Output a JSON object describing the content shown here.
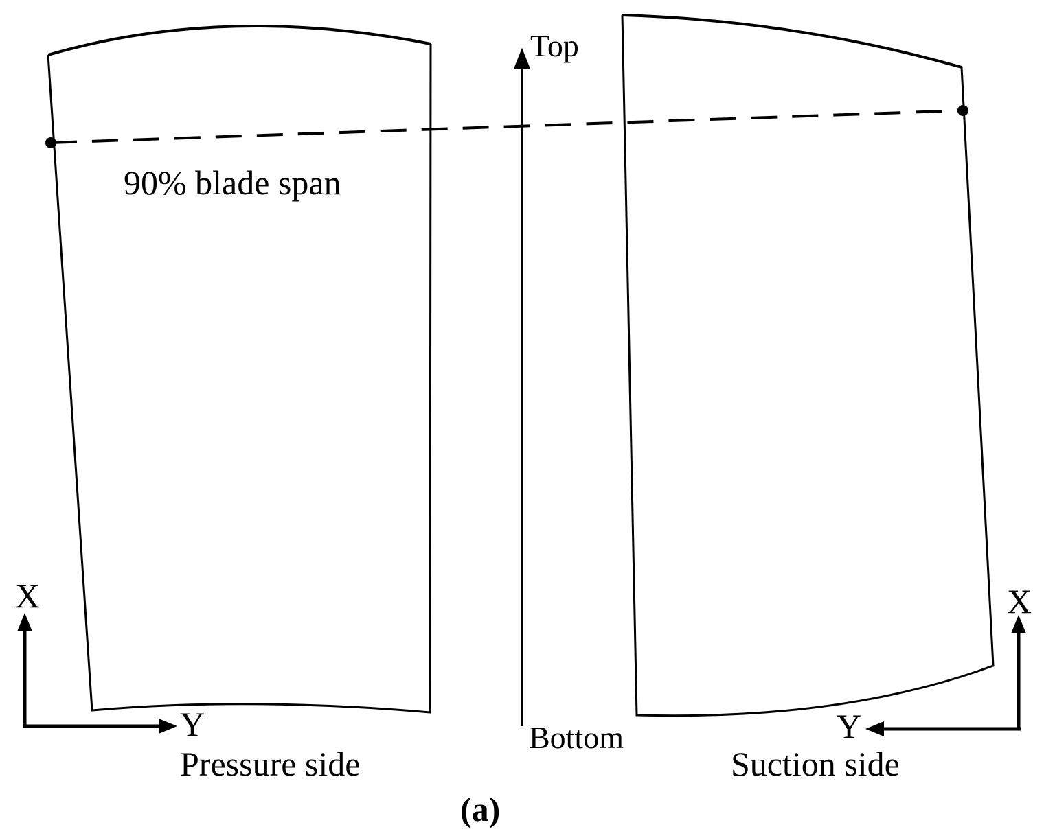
{
  "labels": {
    "top": "Top",
    "bottom": "Bottom",
    "span": "90% blade span",
    "pressure_side": "Pressure side",
    "suction_side": "Suction side",
    "x_axis_left": "X",
    "y_axis_left": "Y",
    "x_axis_right": "X",
    "y_axis_right": "Y",
    "caption": "(a)"
  },
  "colors": {
    "stroke": "#000000",
    "background": "#ffffff"
  }
}
